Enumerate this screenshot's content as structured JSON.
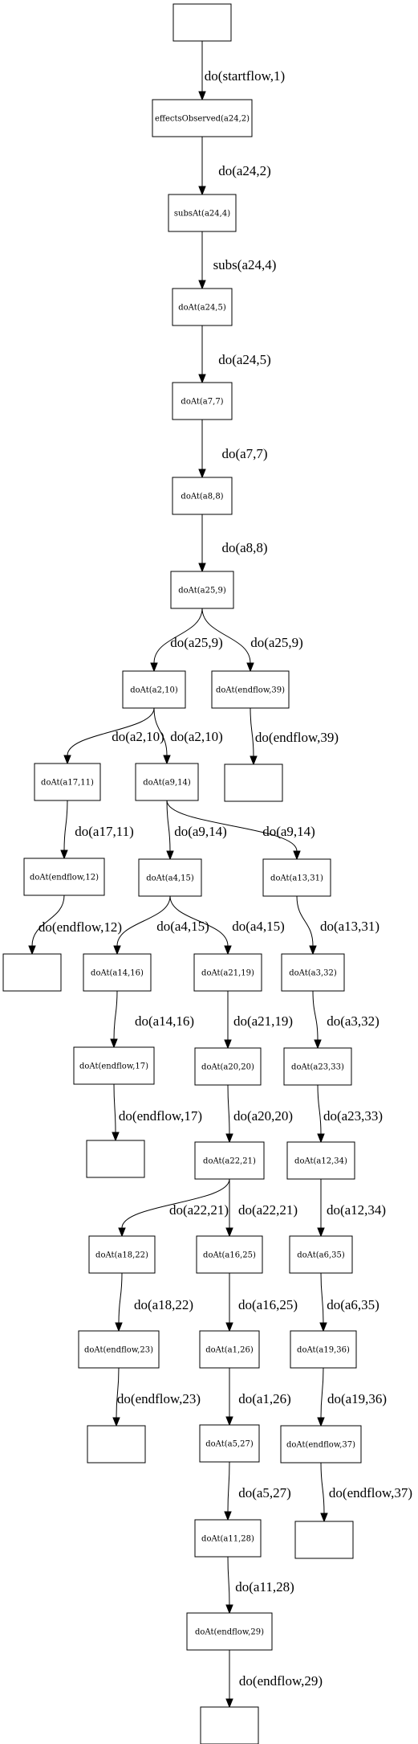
{
  "nodes": [
    {
      "id": "start",
      "label": ""
    },
    {
      "id": "n1",
      "label": "effectsObserved(a24,2)"
    },
    {
      "id": "n2",
      "label": "subsAt(a24,4)"
    },
    {
      "id": "n3",
      "label": "doAt(a24,5)"
    },
    {
      "id": "n4",
      "label": "doAt(a7,7)"
    },
    {
      "id": "n5",
      "label": "doAt(a8,8)"
    },
    {
      "id": "n6",
      "label": "doAt(a25,9)"
    },
    {
      "id": "n7",
      "label": "doAt(a2,10)"
    },
    {
      "id": "n8",
      "label": "doAt(endflow,39)"
    },
    {
      "id": "e1",
      "label": ""
    },
    {
      "id": "n9",
      "label": "doAt(a17,11)"
    },
    {
      "id": "n10",
      "label": "doAt(a9,14)"
    },
    {
      "id": "n11",
      "label": "doAt(endflow,12)"
    },
    {
      "id": "e2",
      "label": ""
    },
    {
      "id": "n12",
      "label": "doAt(a4,15)"
    },
    {
      "id": "n13",
      "label": "doAt(a13,31)"
    },
    {
      "id": "n14",
      "label": "doAt(a14,16)"
    },
    {
      "id": "n15",
      "label": "doAt(a21,19)"
    },
    {
      "id": "n16",
      "label": "doAt(a3,32)"
    },
    {
      "id": "n17",
      "label": "doAt(endflow,17)"
    },
    {
      "id": "n18",
      "label": "doAt(a20,20)"
    },
    {
      "id": "n19",
      "label": "doAt(a23,33)"
    },
    {
      "id": "e3",
      "label": ""
    },
    {
      "id": "n20",
      "label": "doAt(a22,21)"
    },
    {
      "id": "n21",
      "label": "doAt(a12,34)"
    },
    {
      "id": "n22",
      "label": "doAt(a18,22)"
    },
    {
      "id": "n23",
      "label": "doAt(a16,25)"
    },
    {
      "id": "n24",
      "label": "doAt(a6,35)"
    },
    {
      "id": "n25",
      "label": "doAt(endflow,23)"
    },
    {
      "id": "n26",
      "label": "doAt(a1,26)"
    },
    {
      "id": "n27",
      "label": "doAt(a19,36)"
    },
    {
      "id": "e4",
      "label": ""
    },
    {
      "id": "n28",
      "label": "doAt(a5,27)"
    },
    {
      "id": "n29",
      "label": "doAt(endflow,37)"
    },
    {
      "id": "n30",
      "label": "doAt(a11,28)"
    },
    {
      "id": "e5",
      "label": ""
    },
    {
      "id": "n31",
      "label": "doAt(endflow,29)"
    },
    {
      "id": "e6",
      "label": ""
    }
  ],
  "edges": [
    {
      "from": "start",
      "to": "n1",
      "label": "do(startflow,1)"
    },
    {
      "from": "n1",
      "to": "n2",
      "label": "do(a24,2)"
    },
    {
      "from": "n2",
      "to": "n3",
      "label": "subs(a24,4)"
    },
    {
      "from": "n3",
      "to": "n4",
      "label": "do(a24,5)"
    },
    {
      "from": "n4",
      "to": "n5",
      "label": "do(a7,7)"
    },
    {
      "from": "n5",
      "to": "n6",
      "label": "do(a8,8)"
    },
    {
      "from": "n6",
      "to": "n7",
      "label": "do(a25,9)"
    },
    {
      "from": "n6",
      "to": "n8",
      "label": "do(a25,9)"
    },
    {
      "from": "n8",
      "to": "e1",
      "label": "do(endflow,39)"
    },
    {
      "from": "n7",
      "to": "n9",
      "label": "do(a2,10)"
    },
    {
      "from": "n7",
      "to": "n10",
      "label": "do(a2,10)"
    },
    {
      "from": "n9",
      "to": "n11",
      "label": "do(a17,11)"
    },
    {
      "from": "n11",
      "to": "e2",
      "label": "do(endflow,12)"
    },
    {
      "from": "n10",
      "to": "n12",
      "label": "do(a9,14)"
    },
    {
      "from": "n10",
      "to": "n13",
      "label": "do(a9,14)"
    },
    {
      "from": "n12",
      "to": "n14",
      "label": "do(a4,15)"
    },
    {
      "from": "n12",
      "to": "n15",
      "label": "do(a4,15)"
    },
    {
      "from": "n13",
      "to": "n16",
      "label": "do(a13,31)"
    },
    {
      "from": "n14",
      "to": "n17",
      "label": "do(a14,16)"
    },
    {
      "from": "n15",
      "to": "n18",
      "label": "do(a21,19)"
    },
    {
      "from": "n16",
      "to": "n19",
      "label": "do(a3,32)"
    },
    {
      "from": "n17",
      "to": "e3",
      "label": "do(endflow,17)"
    },
    {
      "from": "n18",
      "to": "n20",
      "label": "do(a20,20)"
    },
    {
      "from": "n19",
      "to": "n21",
      "label": "do(a23,33)"
    },
    {
      "from": "n20",
      "to": "n22",
      "label": "do(a22,21)"
    },
    {
      "from": "n20",
      "to": "n23",
      "label": "do(a22,21)"
    },
    {
      "from": "n21",
      "to": "n24",
      "label": "do(a12,34)"
    },
    {
      "from": "n22",
      "to": "n25",
      "label": "do(a18,22)"
    },
    {
      "from": "n23",
      "to": "n26",
      "label": "do(a16,25)"
    },
    {
      "from": "n24",
      "to": "n27",
      "label": "do(a6,35)"
    },
    {
      "from": "n25",
      "to": "e4",
      "label": "do(endflow,23)"
    },
    {
      "from": "n26",
      "to": "n28",
      "label": "do(a1,26)"
    },
    {
      "from": "n27",
      "to": "n29",
      "label": "do(a19,36)"
    },
    {
      "from": "n28",
      "to": "n30",
      "label": "do(a5,27)"
    },
    {
      "from": "n29",
      "to": "e5",
      "label": "do(endflow,37)"
    },
    {
      "from": "n30",
      "to": "n31",
      "label": "do(a11,28)"
    },
    {
      "from": "n31",
      "to": "e6",
      "label": "do(endflow,29)"
    }
  ]
}
